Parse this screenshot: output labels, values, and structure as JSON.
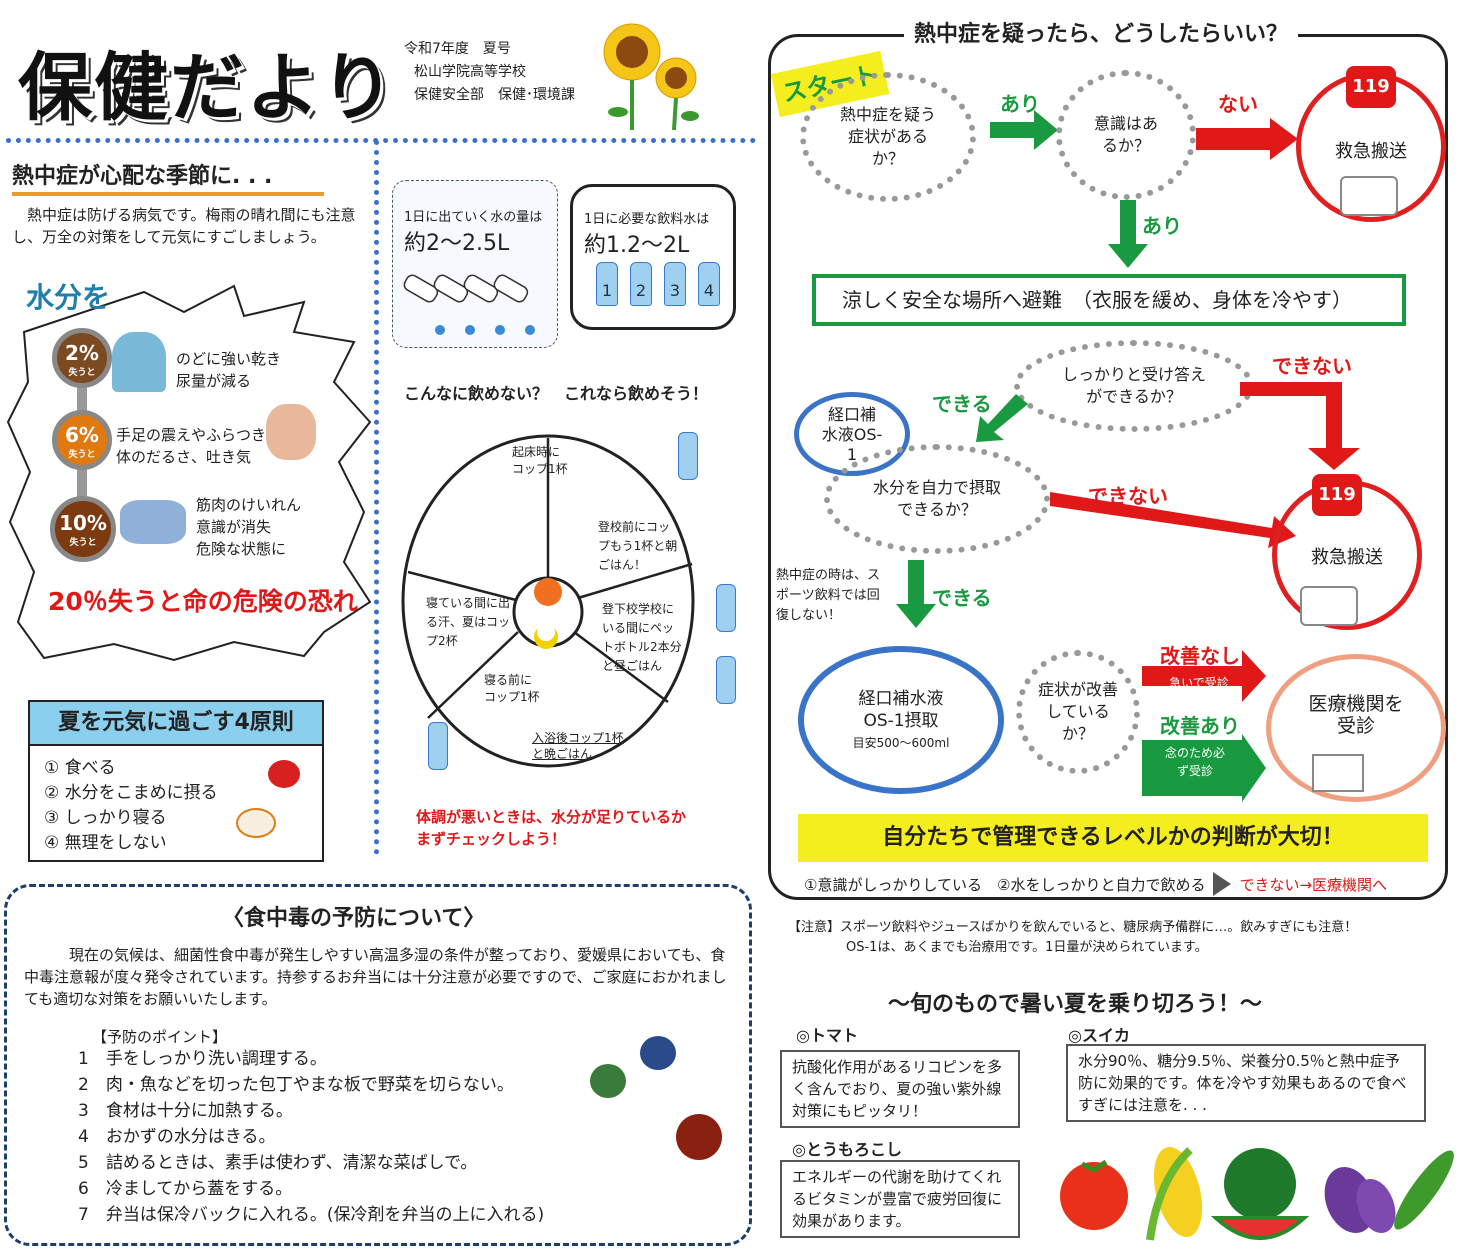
{
  "header": {
    "title": "保健だより",
    "info_line1": "令和7年度　夏号",
    "info_line2": "松山学院高等学校",
    "info_line3": "保健安全部　保健･環境課"
  },
  "heatstroke_intro": {
    "heading": "熱中症が心配な季節に. . .",
    "body": "熱中症は防げる病気です。梅雨の晴れ間にも注意し、万全の対策をして元気にすごしましょう。",
    "water_label": "水分を",
    "levels": [
      {
        "pct": "2%",
        "sub": "失うと",
        "text1": "のどに強い乾き",
        "text2": "尿量が減る"
      },
      {
        "pct": "6%",
        "sub": "失うと",
        "text1": "手足の震えやふらつき",
        "text2": "体のだるさ、吐き気"
      },
      {
        "pct": "10%",
        "sub": "失うと",
        "text1": "筋肉のけいれん",
        "text2": "意識が消失",
        "text3": "危険な状態に"
      }
    ],
    "danger": "20％失うと命の危険の恐れ"
  },
  "principles": {
    "heading": "夏を元気に過ごす4原則",
    "items": [
      "① 食べる",
      "② 水分をこまめに摂る",
      "③ しっかり寝る",
      "④ 無理をしない"
    ]
  },
  "water": {
    "out_label1": "1日に出ていく水の量は",
    "out_label2": "約2～2.5L",
    "need_label1": "1日に必要な飲料水は",
    "need_label2": "約1.2～2L",
    "bottle_nums": [
      "1",
      "2",
      "3",
      "4"
    ],
    "caption": "こんなに飲めない？　これなら飲めそう！",
    "wheel": [
      "起床時にコップ1杯",
      "登校前にコップもう1杯と朝ごはん！",
      "登下校学校にいる間にペットボトル2本分と昼ごはん",
      "入浴後コップ1杯と晩ごはん",
      "寝る前にコップ1杯",
      "寝ている間に出る汗、夏はコップ2杯"
    ],
    "check_note1": "体調が悪いときは、水分が足りているか",
    "check_note2": "まずチェックしよう！"
  },
  "flow": {
    "title": "熱中症を疑ったら、どうしたらいい？",
    "start": "スタート",
    "q1": "熱中症を疑う症状があるか？",
    "yes": "あり",
    "q2": "意識はあるか？",
    "no": "ない",
    "ambulance": "救急搬送",
    "num119": "119",
    "evac": "涼しく安全な場所へ避難　（衣服を緩め、身体を冷やす）",
    "q3": "しっかりと受け答えができるか？",
    "can": "できる",
    "cannot": "できない",
    "os1": "経口補水液OS-1",
    "q4": "水分を自力で摂取できるか？",
    "sports_note": "熱中症の時は、スポーツ飲料では回復しない！",
    "os1_take": "経口補水液OS-1摂取",
    "os1_amount": "目安500～600ml",
    "q5": "症状が改善しているか？",
    "no_improve": "改善なし",
    "no_improve_sub": "急いで受診",
    "improve": "改善あり",
    "improve_sub": "念のため必ず受診",
    "hospital": "医療機関を受診",
    "judgement": "自分たちで管理できるレベルかの判断が大切！",
    "criteria": "①意識がしっかりしている　②水をしっかりと自力で飲める",
    "criteria_out": "できない→医療機関へ",
    "note1": "【注意】スポーツ飲料やジュースばかりを飲んでいると、糖尿病予備群に…。飲みすぎにも注意！",
    "note2": "OS-1は、あくまでも治療用です。1日量が決められています。"
  },
  "food_poison": {
    "title": "〈食中毒の予防について〉",
    "body": "現在の気候は、細菌性食中毒が発生しやすい高温多湿の条件が整っており、愛媛県においても、食中毒注意報が度々発令されています。持参するお弁当には十分注意が必要ですので、ご家庭におかれましても適切な対策をお願いいたします。",
    "points_heading": "【予防のポイント】",
    "points": [
      "1　手をしっかり洗い調理する。",
      "2　肉・魚などを切った包丁やまな板で野菜を切らない。",
      "3　食材は十分に加熱する。",
      "4　おかずの水分はきる。",
      "5　詰めるときは、素手は使わず、清潔な菜ばしで。",
      "6　冷ましてから蓋をする。",
      "7　弁当は保冷バックに入れる。(保冷剤を弁当の上に入れる)"
    ]
  },
  "seasonal": {
    "title": "～旬のもので暑い夏を乗り切ろう！～",
    "tomato_head": "◎トマト",
    "tomato": "抗酸化作用があるリコピンを多く含んでおり、夏の強い紫外線対策にもピッタリ！",
    "watermelon_head": "◎スイカ",
    "watermelon": "水分90％、糖分9.5％、栄養分0.5％と熱中症予防に効果的です。体を冷やす効果もあるので食べすぎには注意を. . .",
    "corn_head": "◎とうもろこし",
    "corn": "エネルギーの代謝を助けてくれるビタミンが豊富で疲労回復に効果があります。"
  },
  "colors": {
    "accent_blue": "#3a6fd0",
    "green": "#1a9a40",
    "red": "#e01818",
    "orange": "#e89a2a",
    "yellow": "#f5ee1e"
  }
}
